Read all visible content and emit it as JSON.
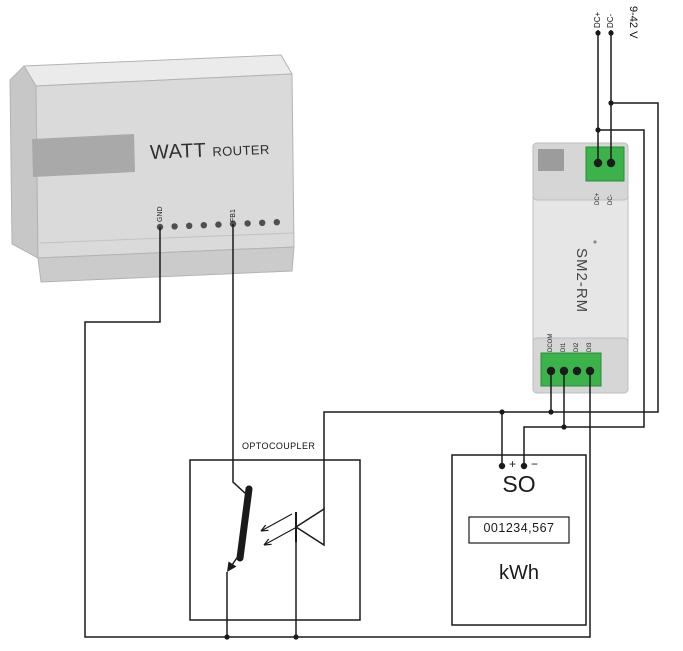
{
  "supply": {
    "voltage_label": "9-42 V",
    "dc_plus_label": "DC+",
    "dc_minus_label": "DC-"
  },
  "router": {
    "brand_main": "WATT",
    "brand_sub": "ROUTER",
    "terminal_gnd_label": "GND",
    "terminal_fb1_label": "FB1"
  },
  "module": {
    "name": "SM2-RM",
    "top_terminals": [
      "DC+",
      "DC-"
    ],
    "bottom_terminals": [
      "DCOM",
      "DI1",
      "DI2",
      "DI3"
    ]
  },
  "optocoupler": {
    "label": "OPTOCOUPLER"
  },
  "meter": {
    "plus_label": "+",
    "minus_label": "−",
    "type_label": "SO",
    "counter_value": "001234,567",
    "unit_label": "kWh"
  },
  "colors": {
    "wire": "#1a1a1a",
    "terminal_block_green": "#3bb24a",
    "router_body": "#dadada",
    "module_body": "#e6e6e6"
  }
}
